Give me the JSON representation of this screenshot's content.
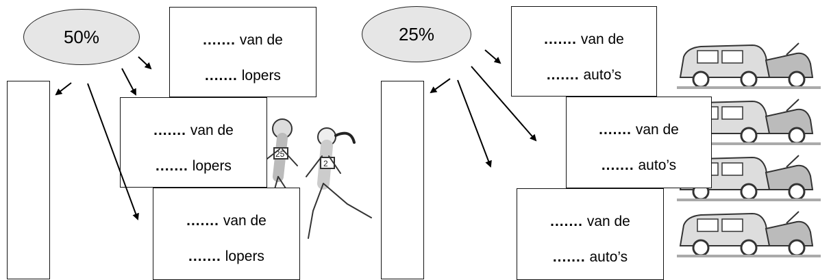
{
  "left": {
    "percent": "50%",
    "boxes": [
      {
        "dots1": ".......",
        "text1": "van de",
        "dots2": ".......",
        "text2": "lopers"
      },
      {
        "dots1": ".......",
        "text1": "van de",
        "dots2": ".......",
        "text2": "lopers"
      },
      {
        "dots1": ".......",
        "text1": "van de",
        "dots2": ".......",
        "text2": "lopers"
      }
    ]
  },
  "right": {
    "percent": "25%",
    "boxes": [
      {
        "dots1": ".......",
        "text1": "van de",
        "dots2": ".......",
        "text2": "auto’s"
      },
      {
        "dots1": ".......",
        "text1": "van de",
        "dots2": ".......",
        "text2": "auto’s"
      },
      {
        "dots1": ".......",
        "text1": "van de",
        "dots2": ".......",
        "text2": "auto’s"
      }
    ]
  },
  "images": {
    "runners_icon": "runners-illustration",
    "cars_icon": "cars-illustration"
  }
}
